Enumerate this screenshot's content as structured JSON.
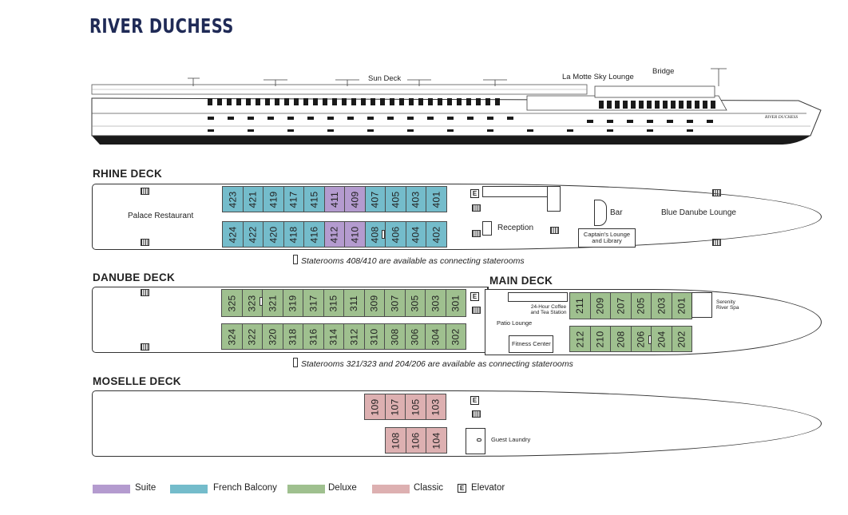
{
  "title": "RIVER DUCHESS",
  "profile": {
    "labels": {
      "sun_deck": "Sun Deck",
      "sky_lounge": "La Motte Sky Lounge",
      "bridge": "Bridge"
    },
    "hull_name": "RIVER DUCHESS"
  },
  "colors": {
    "suite": "#b49bcf",
    "french_balcony": "#74bccb",
    "deluxe": "#9fc08f",
    "classic": "#ddb0b1"
  },
  "decks": {
    "rhine": {
      "title": "RHINE DECK",
      "rooms": {
        "palace_restaurant": "Palace Restaurant",
        "reception": "Reception",
        "bar": "Bar",
        "captains_lounge": "Captain's Lounge and Library",
        "blue_danube": "Blue Danube Lounge"
      },
      "top_cabins": [
        {
          "n": "423",
          "t": "french_balcony"
        },
        {
          "n": "421",
          "t": "french_balcony"
        },
        {
          "n": "419",
          "t": "french_balcony"
        },
        {
          "n": "417",
          "t": "french_balcony"
        },
        {
          "n": "415",
          "t": "french_balcony"
        },
        {
          "n": "411",
          "t": "suite"
        },
        {
          "n": "409",
          "t": "suite"
        },
        {
          "n": "407",
          "t": "french_balcony"
        },
        {
          "n": "405",
          "t": "french_balcony"
        },
        {
          "n": "403",
          "t": "french_balcony"
        },
        {
          "n": "401",
          "t": "french_balcony"
        }
      ],
      "bottom_cabins": [
        {
          "n": "424",
          "t": "french_balcony"
        },
        {
          "n": "422",
          "t": "french_balcony"
        },
        {
          "n": "420",
          "t": "french_balcony"
        },
        {
          "n": "418",
          "t": "french_balcony"
        },
        {
          "n": "416",
          "t": "french_balcony"
        },
        {
          "n": "412",
          "t": "suite"
        },
        {
          "n": "410",
          "t": "suite"
        },
        {
          "n": "408",
          "t": "french_balcony"
        },
        {
          "n": "406",
          "t": "french_balcony"
        },
        {
          "n": "404",
          "t": "french_balcony"
        },
        {
          "n": "402",
          "t": "french_balcony"
        }
      ],
      "note": "Staterooms 408/410 are available as connecting staterooms"
    },
    "danube": {
      "title": "DANUBE DECK",
      "top_cabins": [
        "325",
        "323",
        "321",
        "319",
        "317",
        "315",
        "311",
        "309",
        "307",
        "305",
        "303",
        "301"
      ],
      "bottom_cabins": [
        "324",
        "322",
        "320",
        "318",
        "316",
        "314",
        "312",
        "310",
        "308",
        "306",
        "304",
        "302"
      ],
      "note": "Staterooms 321/323 and 204/206 are available as connecting staterooms"
    },
    "main": {
      "title": "MAIN DECK",
      "rooms": {
        "coffee": "24-Hour Coffee and Tea Station",
        "patio": "Patio Lounge",
        "fitness": "Fitness Center",
        "spa": "Serenity River Spa"
      },
      "top_cabins": [
        "211",
        "209",
        "207",
        "205",
        "203",
        "201"
      ],
      "bottom_cabins": [
        "212",
        "210",
        "208",
        "206",
        "204",
        "202"
      ]
    },
    "moselle": {
      "title": "MOSELLE DECK",
      "rooms": {
        "laundry": "Guest Laundry"
      },
      "top_cabins": [
        "109",
        "107",
        "105",
        "103"
      ],
      "bottom_cabins": [
        "108",
        "106",
        "104"
      ]
    }
  },
  "elevator_letter": "E",
  "legend": [
    {
      "label": "Suite",
      "color": "#b49bcf"
    },
    {
      "label": "French Balcony",
      "color": "#74bccb"
    },
    {
      "label": "Deluxe",
      "color": "#9fc08f"
    },
    {
      "label": "Classic",
      "color": "#ddb0b1"
    },
    {
      "label": "Elevator",
      "icon": "elevator-icon"
    }
  ]
}
